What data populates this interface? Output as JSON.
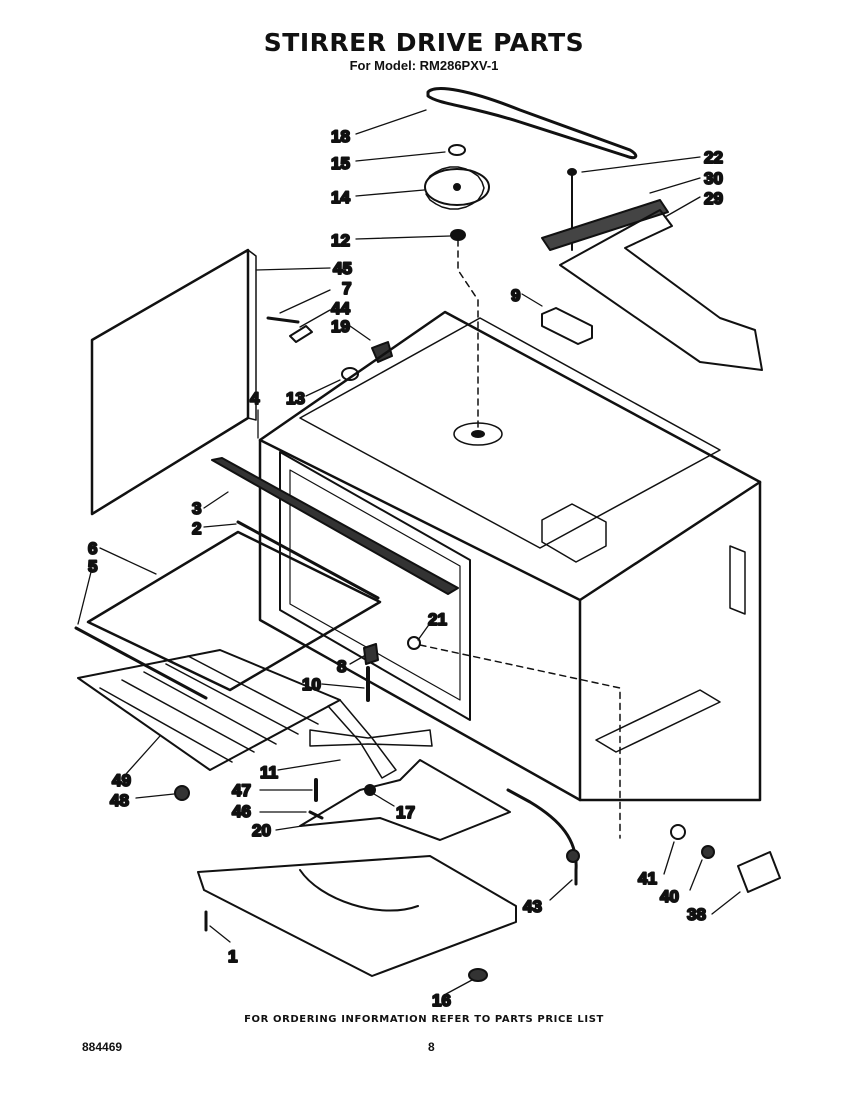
{
  "header": {
    "title": "STIRRER DRIVE PARTS",
    "subtitle": "For Model: RM286PXV-1"
  },
  "callouts": [
    "18",
    "15",
    "14",
    "12",
    "22",
    "30",
    "29",
    "45",
    "7",
    "44",
    "19",
    "9",
    "13",
    "4",
    "3",
    "2",
    "6",
    "5",
    "21",
    "8",
    "10",
    "11",
    "47",
    "46",
    "20",
    "17",
    "49",
    "48",
    "1",
    "16",
    "43",
    "41",
    "40",
    "38"
  ],
  "footer": {
    "ordering_note": "FOR ORDERING INFORMATION REFER TO PARTS PRICE LIST",
    "document_number": "884469",
    "page_number": "8"
  }
}
